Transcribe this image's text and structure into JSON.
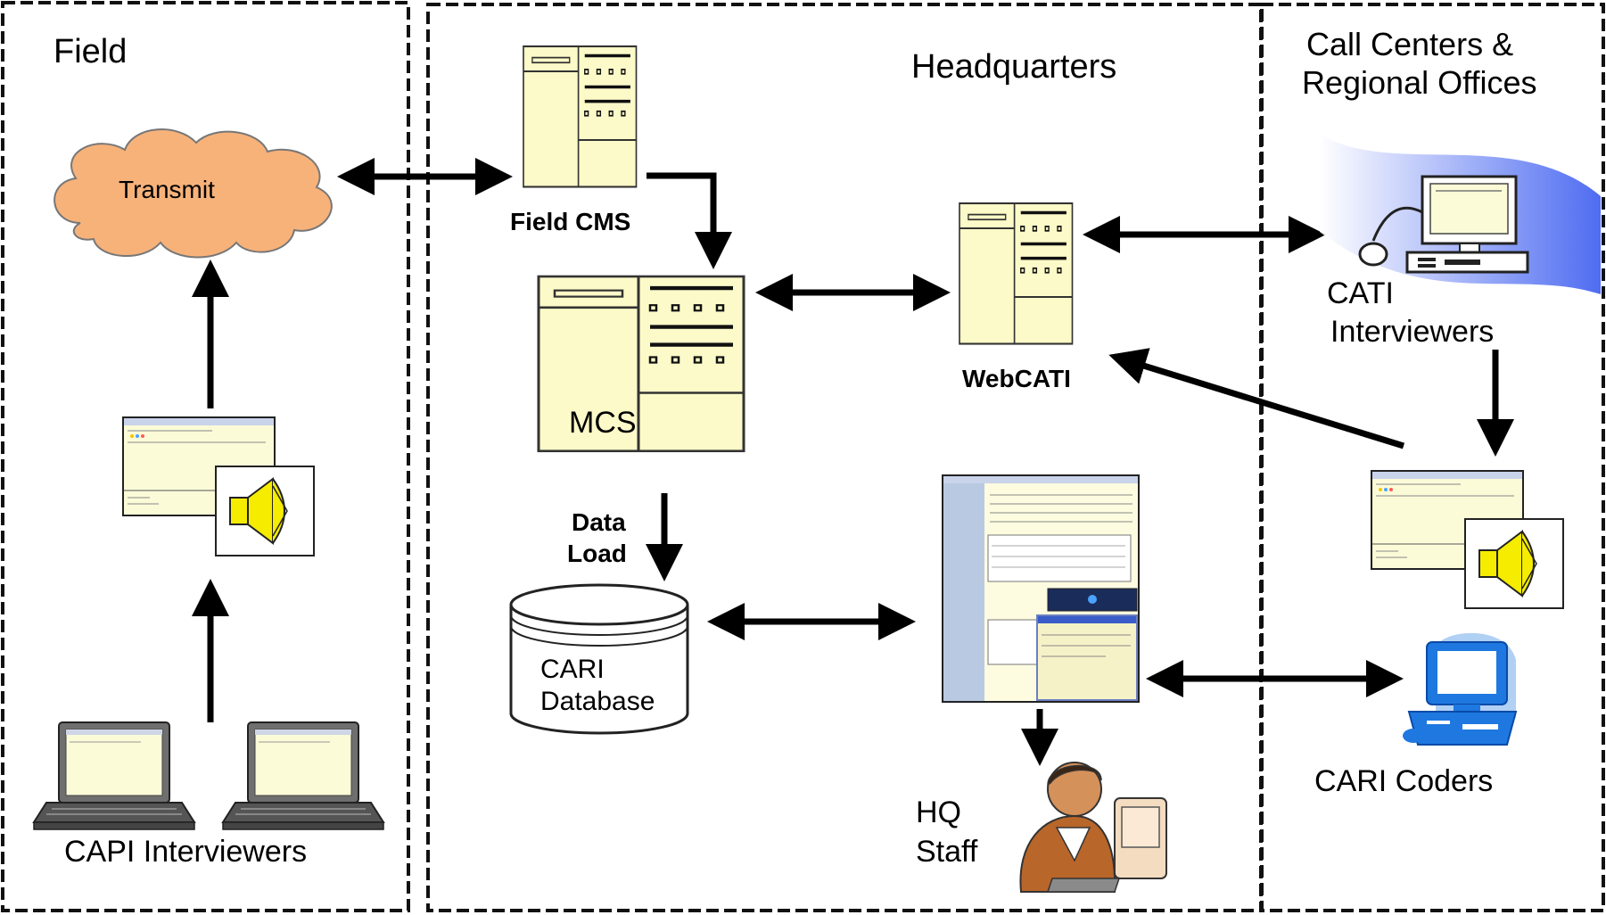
{
  "regions": {
    "field": "Field",
    "headquarters": "Headquarters",
    "call_centers_line1": "Call Centers &",
    "call_centers_line2": "Regional Offices"
  },
  "nodes": {
    "transmit": "Transmit",
    "field_cms": "Field CMS",
    "mcs": "MCS",
    "webcati": "WebCATI",
    "data_load_line1": "Data",
    "data_load_line2": "Load",
    "cari_db_line1": "CARI",
    "cari_db_line2": "Database",
    "cati_line1": "CATI",
    "cati_line2": "Interviewers",
    "capi": "CAPI Interviewers",
    "hq_line1": "HQ",
    "hq_line2": "Staff",
    "cari_coders": "CARI Coders"
  },
  "colors": {
    "cloud": "#f7b27a",
    "server": "#fcfac8",
    "speaker": "#f5ec00",
    "coder_monitor": "#1e78e0",
    "cati_wave": "#4a6bf0"
  },
  "icons": [
    "cloud-icon",
    "server-icon",
    "database-icon",
    "laptop-icon",
    "speaker-icon",
    "desktop-computer-icon",
    "person-at-computer-icon",
    "screenshot-window-icon"
  ]
}
